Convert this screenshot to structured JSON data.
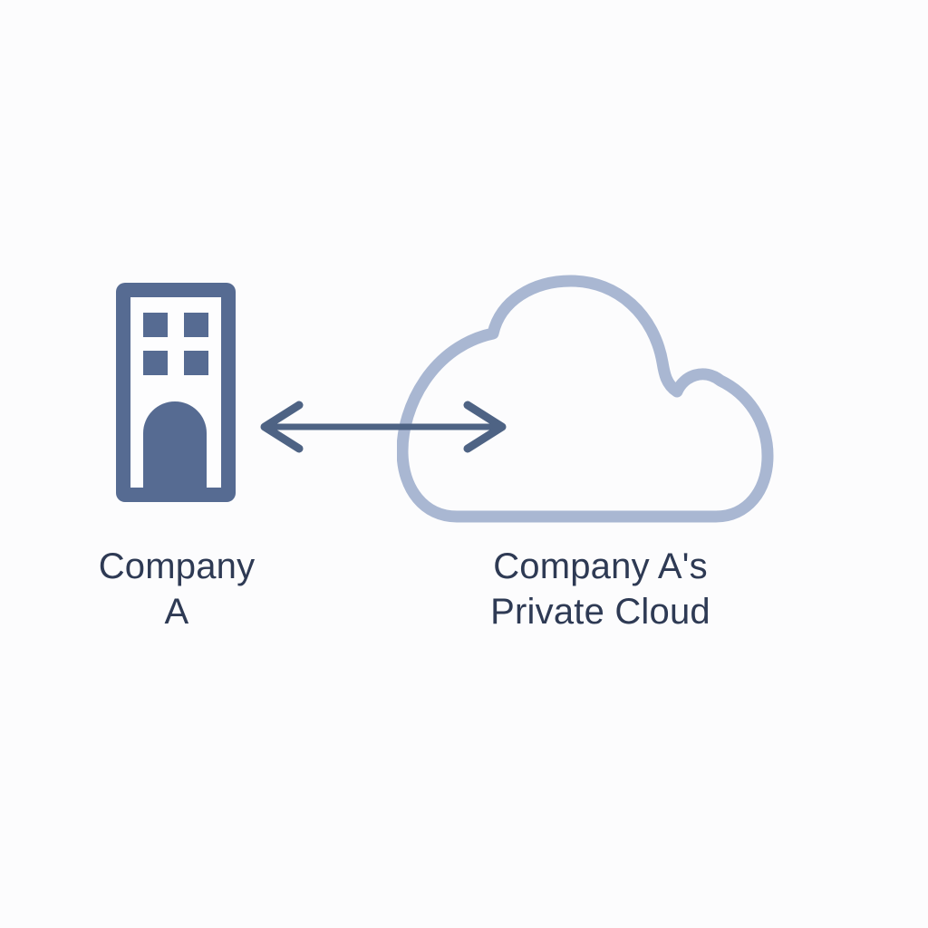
{
  "colors": {
    "background": "#fcfcfd",
    "node": "#566b92",
    "node-fill": "#fdfdfe",
    "cloud-stroke": "#a9b7d2",
    "arrow": "#4e6384",
    "text": "#2e3a54"
  },
  "diagram": {
    "type": "network-diagram",
    "left_node": {
      "icon": "building-icon",
      "label_line1": "Company",
      "label_line2": "A"
    },
    "right_node": {
      "icon": "cloud-icon",
      "label_line1": "Company A's",
      "label_line2": "Private Cloud"
    },
    "connector": {
      "type": "bidirectional-arrow"
    }
  }
}
